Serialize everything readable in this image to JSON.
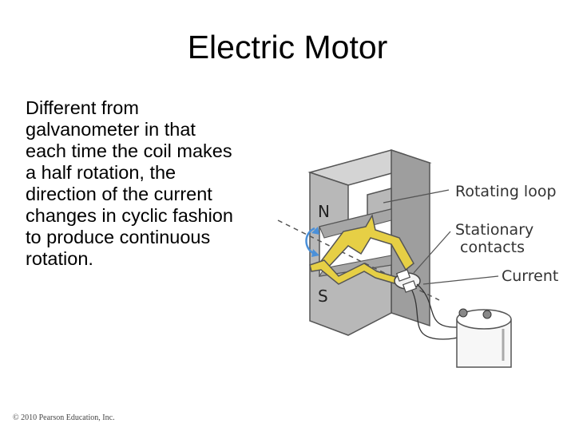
{
  "slide": {
    "title": "Electric Motor",
    "body_lines": [
      "Different from",
      "galvanometer in that",
      "each time the coil makes",
      "a half rotation, the",
      "direction of the current",
      "changes in cyclic fashion",
      "to produce continuous",
      "rotation."
    ],
    "copyright": "© 2010 Pearson Education, Inc."
  },
  "figure": {
    "pole_north": "N",
    "pole_south": "S",
    "label_rotating_loop": "Rotating loop",
    "label_stationary_1": "Stationary",
    "label_stationary_2": "contacts",
    "label_current": "Current"
  },
  "colors": {
    "magnet": "#b8b8b8",
    "magnet_dark": "#8f8f8f",
    "coil": "#e6cf45",
    "rotation_arrow": "#4a90d9"
  }
}
